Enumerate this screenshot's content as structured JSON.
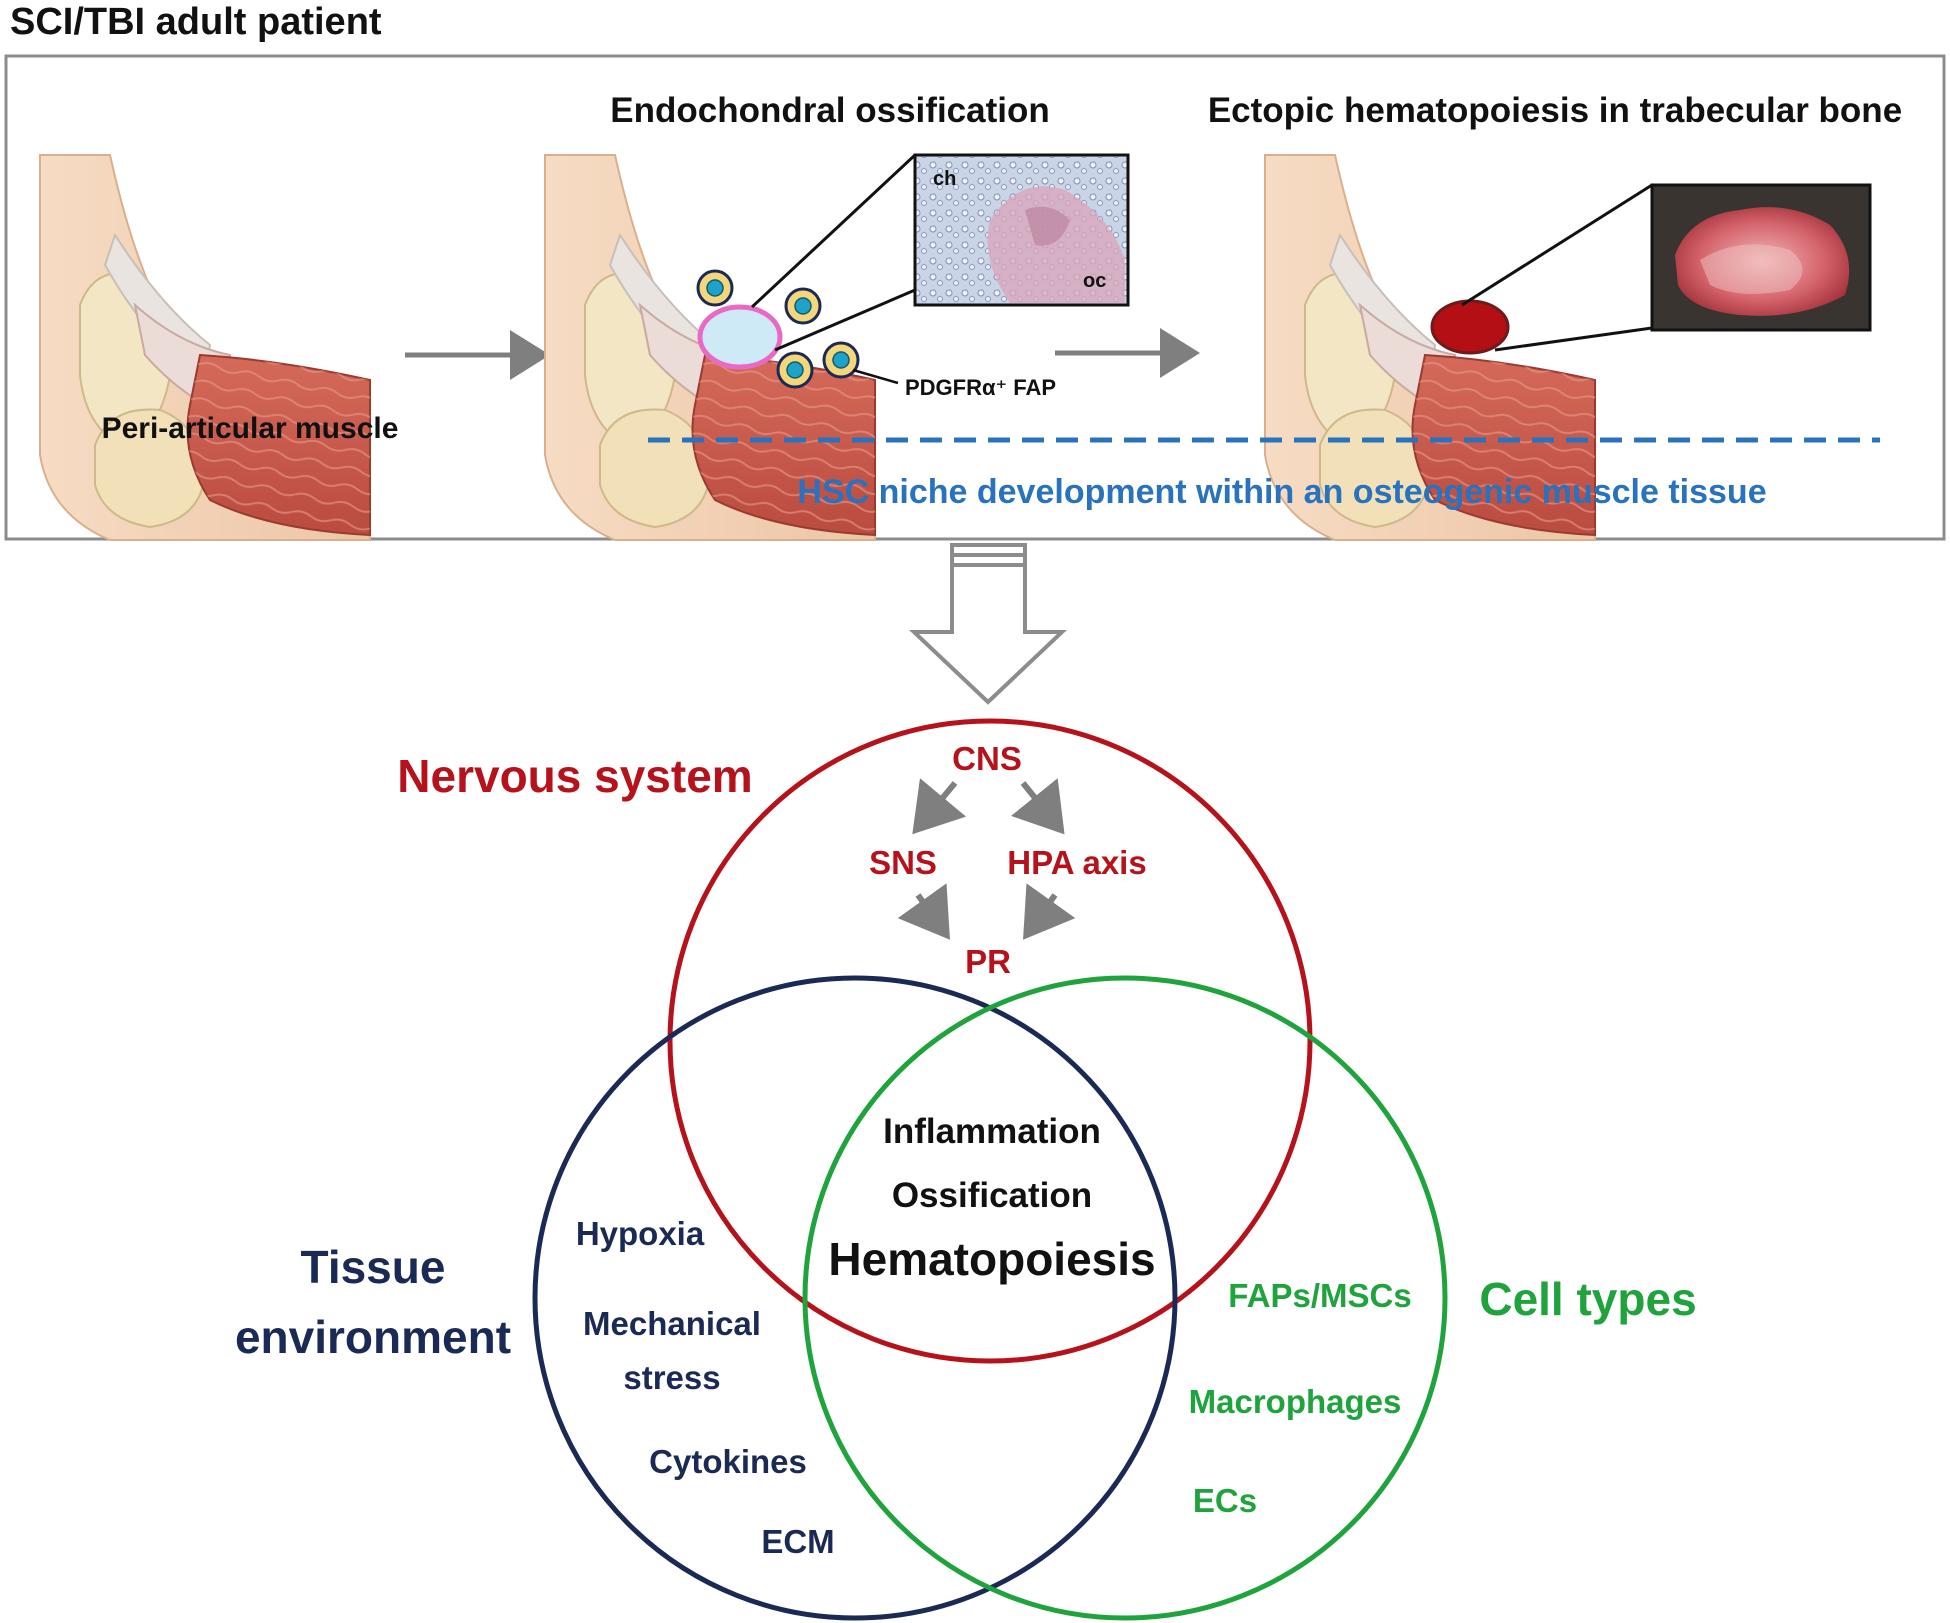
{
  "header": {
    "title": "SCI/TBI adult patient"
  },
  "panel": {
    "step1": {
      "label": "Peri-articular muscle"
    },
    "step2": {
      "title": "Endochondral ossification",
      "inset_label_ch": "ch",
      "inset_label_oc": "oc",
      "cell_label": "PDGFRα⁺ FAP"
    },
    "step3": {
      "title": "Ectopic hematopoiesis in trabecular bone"
    },
    "caption": "HSC niche development within an osteogenic muscle tissue"
  },
  "venn": {
    "nervous": {
      "title": "Nervous system",
      "items": {
        "cns": "CNS",
        "sns": "SNS",
        "hpa": "HPA axis",
        "pr": "PR"
      }
    },
    "tissue": {
      "title_line1": "Tissue",
      "title_line2": "environment",
      "items": [
        "Hypoxia",
        "Mechanical",
        "stress",
        "Cytokines",
        "ECM"
      ]
    },
    "cells": {
      "title": "Cell types",
      "items": [
        "FAPs/MSCs",
        "Macrophages",
        "ECs"
      ]
    },
    "center": [
      "Inflammation",
      "Ossification",
      "Hematopoiesis"
    ]
  },
  "colors": {
    "red": "#b5121b",
    "navy": "#1b2a55",
    "green": "#1fa33c",
    "blue_caption": "#2872be",
    "arrow_gray": "#7f7f7f"
  }
}
